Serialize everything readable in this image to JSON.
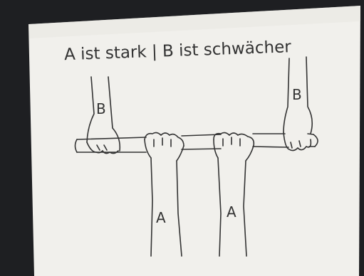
{
  "note": {
    "title": "A ist stark | B ist schwächer",
    "arm_labels": [
      "B",
      "A",
      "A",
      "B"
    ]
  },
  "colors": {
    "background": "#1e1f22",
    "paper": "#f4f3ef",
    "ink": "#3a3a3a"
  }
}
